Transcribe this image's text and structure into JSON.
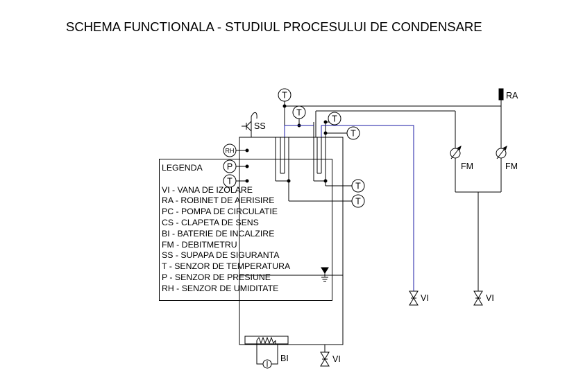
{
  "title": "SCHEMA FUNCTIONALA - STUDIUL PROCESULUI DE CONDENSARE",
  "legend": {
    "heading": "LEGENDA",
    "items": [
      "VI - VANA DE IZOLARE",
      "RA - ROBINET DE AERISIRE",
      "PC - POMPA DE CIRCULATIE",
      "CS - CLAPETA DE SENS",
      "BI - BATERIE DE INCALZIRE",
      "FM - DEBITMETRU",
      "SS - SUPAPA DE SIGURANTA",
      "T - SENZOR DE TEMPERATURA",
      "P - SENZOR DE PRESIUNE",
      "RH - SENZOR DE UMIDITATE"
    ]
  },
  "labels": {
    "ss": "SS",
    "ra": "RA",
    "fm_left": "FM",
    "fm_right": "FM",
    "vi_blue": "VI",
    "vi_right": "VI",
    "vi_bottom": "VI",
    "bi": "BI",
    "t": "T",
    "p": "P",
    "rh": "RH"
  },
  "colors": {
    "line": "#000000",
    "blue_pipe": "#1a1aa6"
  }
}
